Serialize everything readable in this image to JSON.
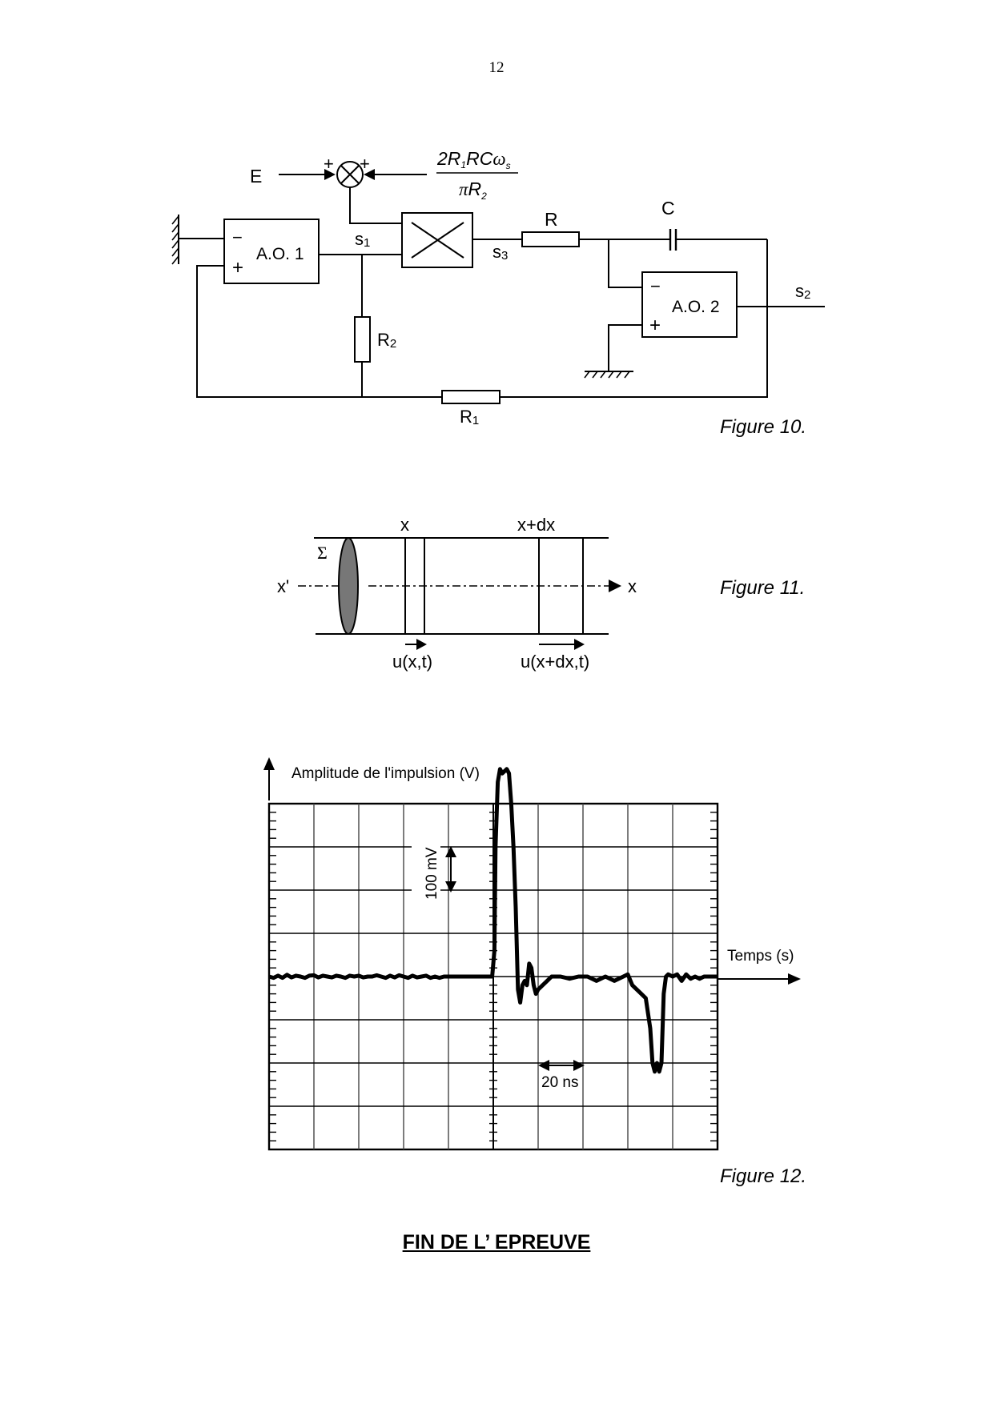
{
  "page": {
    "number": "12",
    "end_title": "FIN  DE  L’ EPREUVE"
  },
  "figure10": {
    "caption": "Figure 10.",
    "input_label": "E",
    "sum_plus_left": "+",
    "sum_plus_right": "+",
    "fraction_numerator": "2R₁RCωₛ",
    "fraction_numerator_parts": {
      "a": "2",
      "b": "R",
      "b_sub": "1",
      "c": "RC",
      "d": "ω",
      "d_sub": "s"
    },
    "fraction_denominator_parts": {
      "a": "π",
      "b": "R",
      "b_sub": "2"
    },
    "ao1_label": "A.O. 1",
    "ao2_label": "A.O. 2",
    "minus_sign": "−",
    "plus_sign": "+",
    "s1_label": {
      "base": "s",
      "sub": "1"
    },
    "s2_label": {
      "base": "s",
      "sub": "2"
    },
    "s3_label": {
      "base": "s",
      "sub": "3"
    },
    "r_label": "R",
    "c_label": "C",
    "r1_label": {
      "base": "R",
      "sub": "1"
    },
    "r2_label": {
      "base": "R",
      "sub": "2"
    }
  },
  "figure11": {
    "caption": "Figure 11.",
    "sigma_label": "Σ",
    "x_label": "x",
    "xdx_label": "x+dx",
    "axis_start_label": "x'",
    "axis_end_label": "x",
    "u_x_label": "u(x,t)",
    "u_xdx_label": "u(x+dx,t)"
  },
  "figure12": {
    "caption": "Figure 12.",
    "chart_data": {
      "type": "line",
      "title": "",
      "ylabel": "Amplitude de l'impulsion (V)",
      "xlabel": "Temps (s)",
      "grid": true,
      "x_divisions": 10,
      "y_divisions": 8,
      "y_scale_annotation": "100 mV",
      "x_scale_annotation": "20 ns",
      "y_per_division_mV": 100,
      "x_per_division_ns": 20,
      "x_unit": "ns",
      "y_unit": "mV",
      "xlim": [
        0,
        200
      ],
      "ylim": [
        -400,
        400
      ],
      "series": [
        {
          "name": "impulsion",
          "x": [
            0,
            2,
            4,
            6,
            8,
            10,
            12,
            14,
            16,
            18,
            20,
            22,
            24,
            26,
            28,
            30,
            32,
            34,
            36,
            38,
            40,
            42,
            44,
            46,
            48,
            50,
            52,
            54,
            56,
            58,
            60,
            62,
            64,
            66,
            68,
            70,
            72,
            74,
            76,
            78,
            99.5,
            100.5,
            101,
            102,
            103,
            104,
            106,
            107,
            108,
            109,
            110,
            111,
            112,
            113,
            114,
            115,
            116,
            117,
            118,
            119,
            120,
            122,
            124,
            126,
            130,
            134,
            138,
            142,
            146,
            150,
            154,
            158,
            160,
            162,
            164,
            166,
            168,
            170,
            171,
            172,
            173,
            174,
            175,
            176,
            177,
            178,
            180,
            182,
            184,
            186,
            188,
            190,
            192,
            194,
            196,
            198,
            200
          ],
          "y": [
            0,
            -3,
            2,
            -3,
            4,
            -2,
            2,
            0,
            -3,
            2,
            3,
            -2,
            2,
            0,
            -2,
            2,
            0,
            -3,
            2,
            0,
            2,
            -2,
            0,
            0,
            3,
            0,
            -3,
            2,
            -2,
            3,
            0,
            -3,
            2,
            -2,
            0,
            2,
            -3,
            0,
            -3,
            0,
            0,
            60,
            300,
            450,
            480,
            470,
            480,
            470,
            400,
            300,
            160,
            -30,
            -60,
            -20,
            -10,
            -20,
            30,
            20,
            -20,
            -40,
            -30,
            -20,
            -10,
            0,
            0,
            -5,
            0,
            0,
            -10,
            0,
            -10,
            0,
            5,
            -20,
            -30,
            -40,
            -50,
            -120,
            -200,
            -220,
            -200,
            -220,
            -200,
            -40,
            0,
            5,
            0,
            5,
            -10,
            5,
            -5,
            0,
            -5,
            0,
            0,
            0,
            0
          ]
        }
      ]
    }
  }
}
